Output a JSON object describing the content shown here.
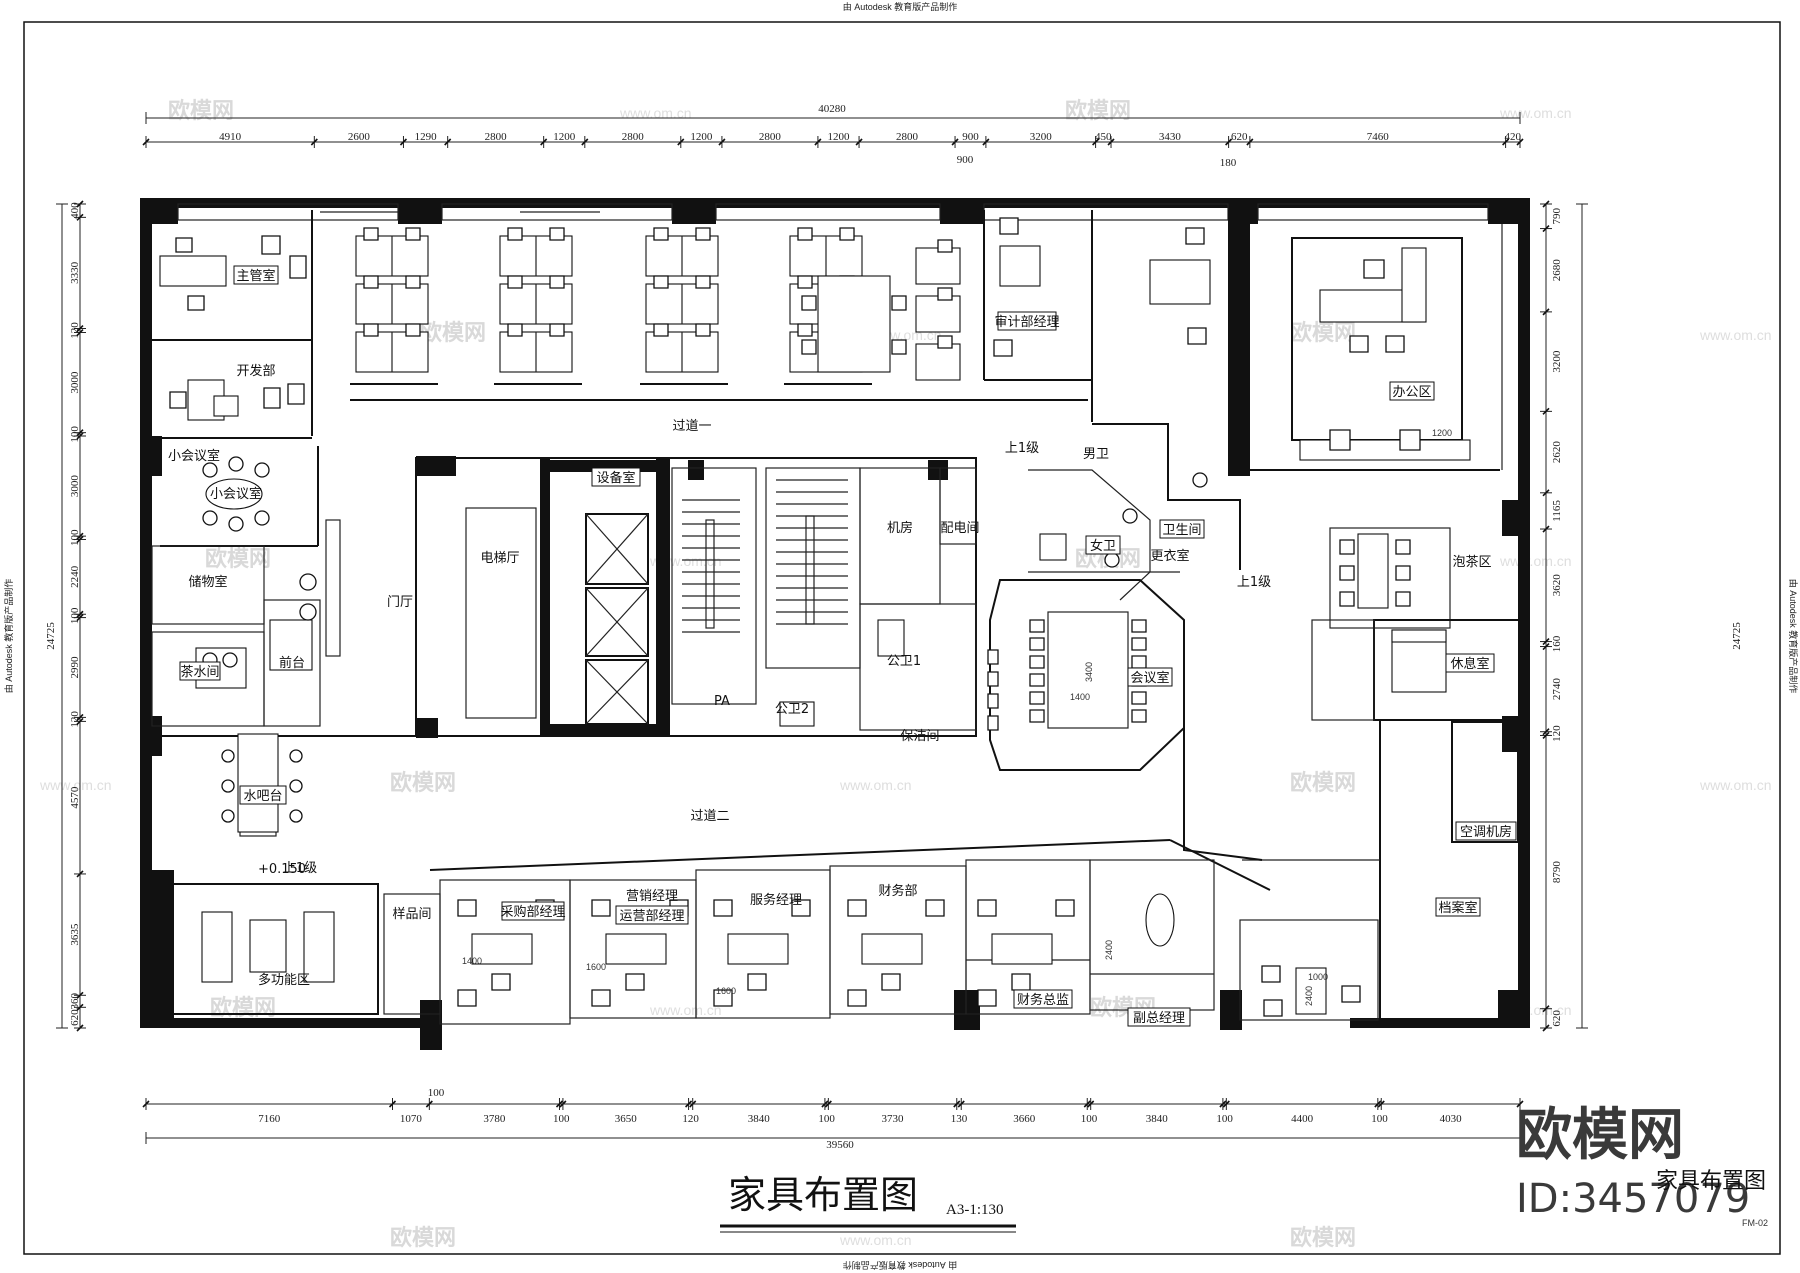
{
  "edu_stamp": {
    "top": "由 Autodesk 教育版产品制作",
    "bottom": "由 Autodesk 教育版产品制作",
    "left": "由 Autodesk 教育版产品制作",
    "right": "由 Autodesk 教育版产品制作"
  },
  "title": {
    "main": "家具布置图",
    "scale": "A3-1:130"
  },
  "logo": {
    "brand": "欧模网",
    "id": "ID:3457079",
    "subtitle": "家具布置图"
  },
  "sheet_number": "FM-02",
  "watermarks": {
    "brand": "欧模网",
    "url": "www.om.cn"
  },
  "dimensions": {
    "top_total": "40280",
    "top_segments": [
      "4910",
      "2600",
      "1290",
      "2800",
      "1200",
      "2800",
      "1200",
      "2800",
      "1200",
      "2800",
      "900",
      "3200",
      "450",
      "3430",
      "620",
      "7460",
      "420"
    ],
    "top_sub": [
      "900",
      "180"
    ],
    "bottom_total": "39560",
    "bottom_segments": [
      "7160",
      "1070",
      "3780",
      "100",
      "3650",
      "120",
      "3840",
      "100",
      "3730",
      "130",
      "3660",
      "100",
      "3840",
      "100",
      "4400",
      "100",
      "4030"
    ],
    "bottom_sub": [
      "100"
    ],
    "left_total": "24725",
    "left_segments": [
      "400",
      "3330",
      "120",
      "3000",
      "100",
      "3000",
      "100",
      "2240",
      "100",
      "2990",
      "120",
      "4570",
      "3635",
      "360",
      "620"
    ],
    "right_total": "24725",
    "right_segments": [
      "790",
      "2680",
      "3200",
      "2620",
      "1165",
      "3620",
      "160",
      "2740",
      "120",
      "8790",
      "620"
    ]
  },
  "rooms": {
    "director": "主管室",
    "dev": "开发部",
    "small_meeting": "小会议室",
    "small_meeting_sign": "小会议室",
    "storage": "储物室",
    "tea": "茶水间",
    "reception": "前台",
    "lobby": "门厅",
    "bar": "水吧台",
    "multi": "多功能区",
    "multi_level": "+0.150",
    "sample": "样品间",
    "corridor1": "过道一",
    "corridor2": "过道二",
    "up_step1": "上1级",
    "up_step2": "上1级",
    "up_step3": "上1级",
    "equipment": "设备室",
    "elevator_hall": "电梯厅",
    "machine": "机房",
    "power": "配电间",
    "pwc1": "公卫1",
    "pwc2": "公卫2",
    "pa": "PA",
    "cleaning": "保洁间",
    "audit_mgr": "审计部经理",
    "office_area": "办公区",
    "male_wc": "男卫",
    "female_wc": "女卫",
    "bathroom": "卫生间",
    "dressing": "更衣室",
    "meeting": "会议室",
    "tea_area": "泡茶区",
    "lounge": "休息室",
    "ac_room": "空调机房",
    "archive": "档案室",
    "purchasing_mgr": "采购部经理",
    "sales_mgr": "营销经理",
    "ops_mgr": "运营部经理",
    "service_mgr": "服务经理",
    "finance": "财务部",
    "finance_director": "财务总监",
    "deputy_gm": "副总经理"
  },
  "furniture_dims": [
    "1400",
    "3400",
    "2400",
    "2400",
    "1000",
    "1600",
    "1600",
    "1400",
    "1200"
  ]
}
